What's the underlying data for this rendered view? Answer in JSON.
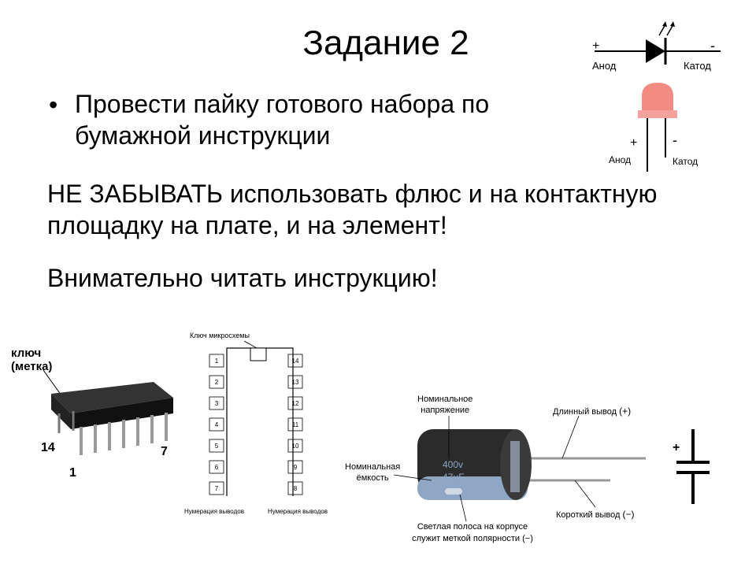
{
  "slide": {
    "title": "Задание 2",
    "bullet": "Провести пайку готового набора по бумажной инструкции",
    "line_warning": "НЕ ЗАБЫВАТЬ использовать флюс и на контактную площадку на плате, и на элемент!",
    "line_read": "Внимательно читать инструкцию!"
  },
  "diode_symbol": {
    "plus": "+",
    "minus": "-",
    "anode": "Анод",
    "cathode": "Катод"
  },
  "led": {
    "plus": "+",
    "minus": "-",
    "anode": "Анод",
    "cathode": "Катод"
  },
  "chip_photo": {
    "key_label_1": "ключ",
    "key_label_2": "(метка)",
    "pin_14": "14",
    "pin_7": "7",
    "pin_1": "1"
  },
  "chip_diagram": {
    "key_label": "Ключ микросхемы",
    "left_pins": [
      "1",
      "2",
      "3",
      "4",
      "5",
      "6",
      "7"
    ],
    "right_pins": [
      "14",
      "13",
      "12",
      "11",
      "10",
      "9",
      "8"
    ],
    "numbering_left": "Нумерация выводов",
    "numbering_right": "Нумерация выводов"
  },
  "capacitor": {
    "nominal_voltage_1": "Номинальное",
    "nominal_voltage_2": "напряжение",
    "nominal_capacity_1": "Номинальная",
    "nominal_capacity_2": "ёмкость",
    "long_lead": "Длинный вывод",
    "long_lead_sign": "(+)",
    "short_lead": "Короткий вывод",
    "short_lead_sign": "(−)",
    "stripe_1": "Светлая полоса на корпусе",
    "stripe_2": "служит меткой полярности (−)",
    "body_voltage": "400v",
    "body_capacity": "47μF",
    "symbol_plus": "+"
  },
  "colors": {
    "led_body": "#f28b82",
    "capacitor_body": "#2b2b2b",
    "capacitor_base": "#8fa6c4"
  }
}
